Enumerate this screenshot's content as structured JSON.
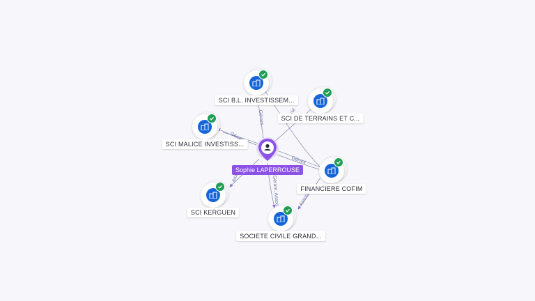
{
  "center": {
    "label": "Sophie LAPERROUSE",
    "icon": "person-icon"
  },
  "companies": [
    {
      "id": "sci-bl",
      "label": "SCI B.L. INVESTISSEM..."
    },
    {
      "id": "sci-terrains",
      "label": "SCI DE TERRAINS ET C..."
    },
    {
      "id": "sci-malice",
      "label": "SCI MALICE INVESTISS..."
    },
    {
      "id": "financiere",
      "label": "FINANCIERE COFIM"
    },
    {
      "id": "sci-kerguen",
      "label": "SCI KERGUEN"
    },
    {
      "id": "societe-civile",
      "label": "SOCIETE CIVILE GRAND..."
    }
  ],
  "edges": [
    {
      "label": "Gérant"
    },
    {
      "label": "Associé"
    },
    {
      "label": "Gérant"
    },
    {
      "label": "Gérant"
    },
    {
      "label": "Associé"
    },
    {
      "label": "Gérant, Associé"
    },
    {
      "label": "Associé"
    }
  ],
  "colors": {
    "accent": "#8c52e8",
    "company": "#1565d8",
    "verified": "#1f9d55",
    "edge": "#8a8fb0"
  }
}
